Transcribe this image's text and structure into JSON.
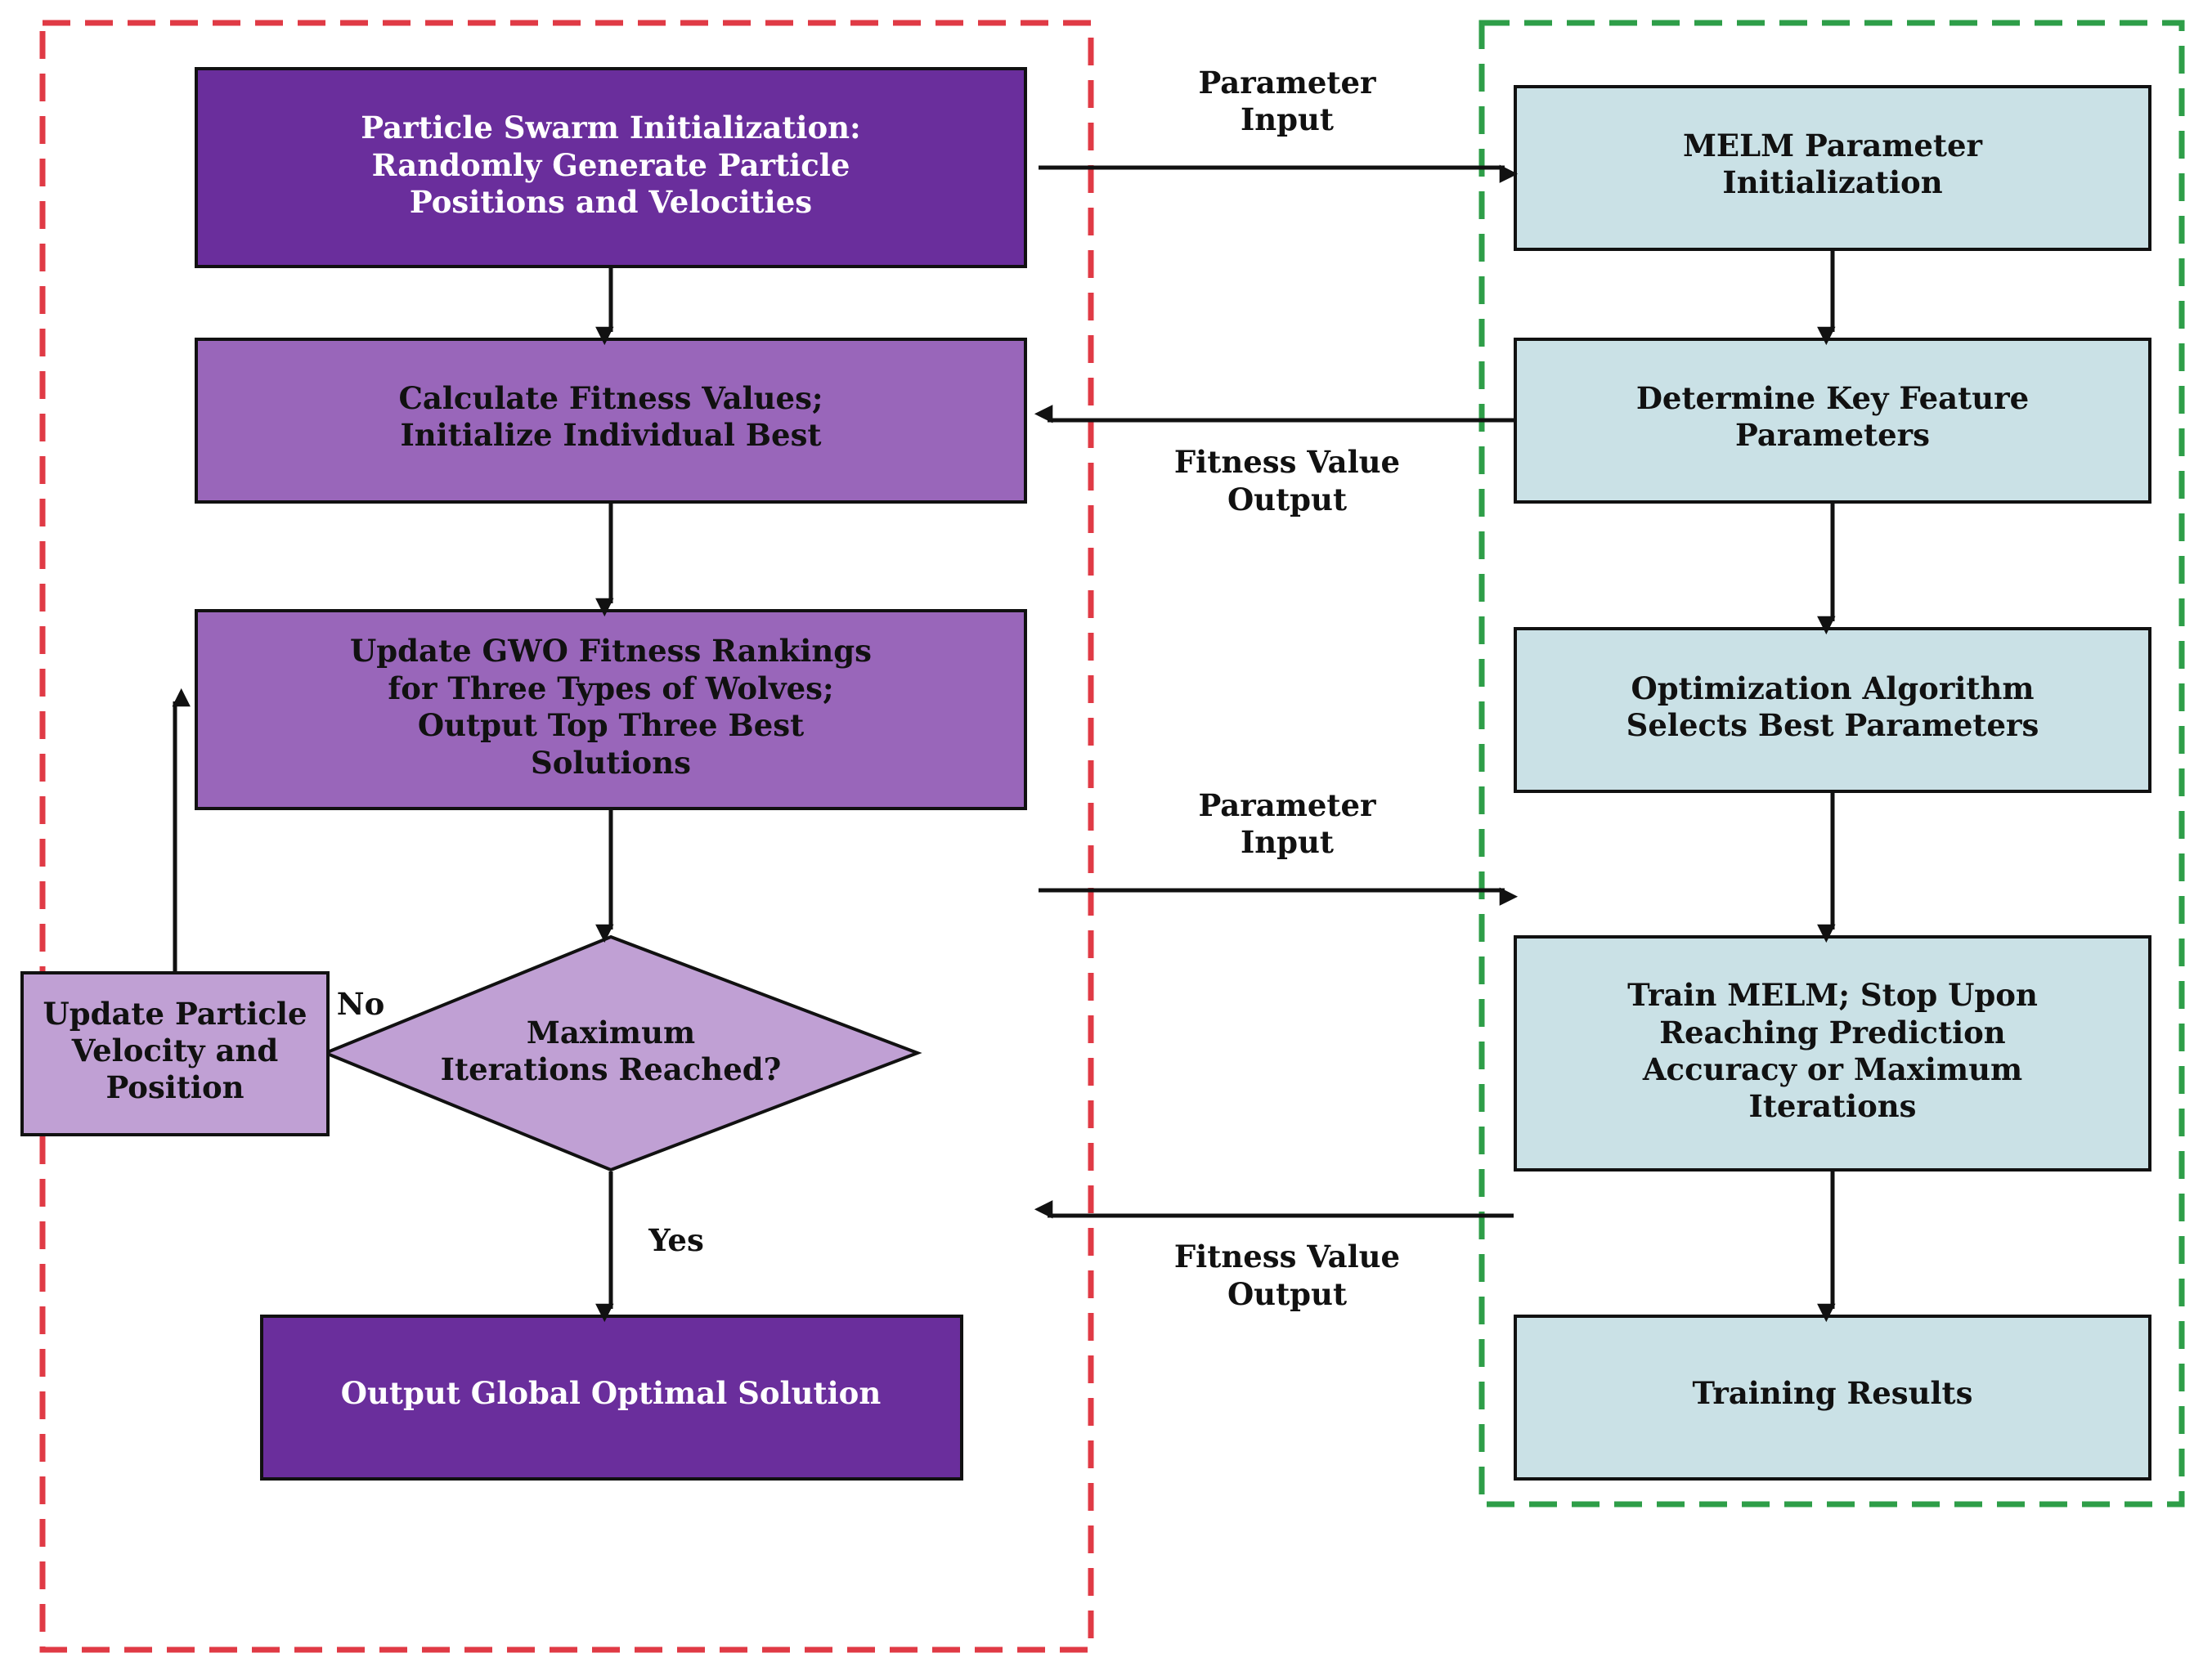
{
  "colors": {
    "dark_purple": "#6A2E9C",
    "mid_purple": "#9966BA",
    "light_purple": "#C0A0D4",
    "light_teal": "#CAE1E6",
    "red_dashed": "#E03A45",
    "green_dashed": "#2E9E48",
    "stroke": "#111111",
    "white_text": "#FFFFFF",
    "dark_text": "#111111"
  },
  "left": {
    "init_box": {
      "lines": [
        "Particle Swarm Initialization:",
        "Randomly Generate Particle",
        "Positions and Velocities"
      ]
    },
    "fitness_box": {
      "lines": [
        "Calculate Fitness Values;",
        "Initialize Individual Best"
      ]
    },
    "gwo_box": {
      "lines": [
        "Update GWO Fitness Rankings",
        "for Three Types of Wolves;",
        "Output Top Three Best",
        "Solutions"
      ]
    },
    "decision": {
      "lines": [
        "Maximum",
        "Iterations Reached?"
      ]
    },
    "update_box": {
      "lines": [
        "Update Particle",
        "Velocity and",
        "Position"
      ]
    },
    "output_box": {
      "lines": [
        "Output Global Optimal Solution"
      ]
    },
    "no_label": "No",
    "yes_label": "Yes"
  },
  "right": {
    "melm_init": {
      "lines": [
        "MELM Parameter",
        "Initialization"
      ]
    },
    "key_feature": {
      "lines": [
        "Determine Key Feature",
        "Parameters"
      ]
    },
    "optimization": {
      "lines": [
        "Optimization Algorithm",
        "Selects Best Parameters"
      ]
    },
    "train": {
      "lines": [
        "Train MELM; Stop Upon",
        "Reaching Prediction",
        "Accuracy or Maximum",
        "Iterations"
      ]
    },
    "results": {
      "lines": [
        "Training Results"
      ]
    }
  },
  "connectors": {
    "param_input_1": [
      "Parameter",
      "Input"
    ],
    "fitness_output_1": [
      "Fitness Value",
      "Output"
    ],
    "param_input_2": [
      "Parameter",
      "Input"
    ],
    "fitness_output_2": [
      "Fitness Value",
      "Output"
    ]
  }
}
